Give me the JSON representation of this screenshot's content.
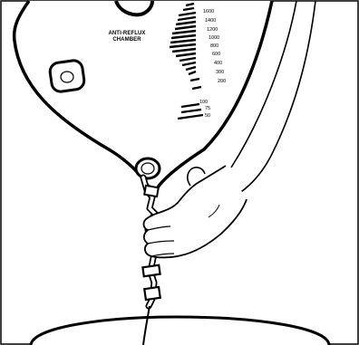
{
  "bag": {
    "chamber_label_line1": "ANTI-REFLUX",
    "chamber_label_line2": "CHAMBER",
    "scale_upper": [
      "1600",
      "1400",
      "1200",
      "1000",
      "800",
      "600",
      "400",
      "300",
      "200"
    ],
    "scale_lower": [
      "100",
      "75",
      "50"
    ]
  },
  "colors": {
    "stroke": "#000000",
    "background": "#ffffff"
  }
}
